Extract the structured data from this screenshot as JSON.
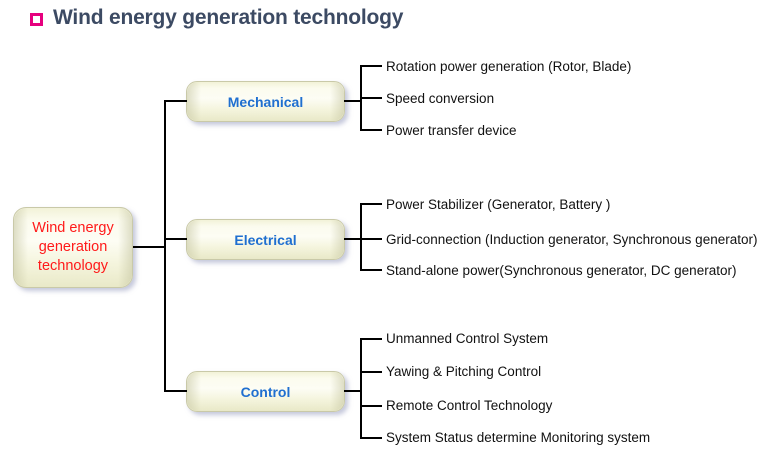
{
  "header": {
    "bullet_icon": "hollow-square-icon",
    "bullet_color": "#e6007e",
    "title": "Wind energy generation technology",
    "title_color": "#3c4a63"
  },
  "diagram": {
    "type": "tree-diagram",
    "root": {
      "label": "Wind energy generation technology",
      "label_lines": [
        "Wind energy",
        "generation",
        "technology"
      ],
      "text_color": "#ff1a1a",
      "fill_color": "#f7f7e2"
    },
    "branch_text_color": "#1f6fd0",
    "leaf_text_color": "#111111",
    "line_color": "#000000",
    "branches": [
      {
        "label": "Mechanical",
        "leaves": [
          "Rotation power generation (Rotor, Blade)",
          "Speed conversion",
          "Power transfer device"
        ]
      },
      {
        "label": "Electrical",
        "leaves": [
          "Power Stabilizer (Generator, Battery )",
          "Grid-connection (Induction generator, Synchronous generator)",
          "Stand-alone power(Synchronous generator, DC generator)"
        ]
      },
      {
        "label": "Control",
        "leaves": [
          "Unmanned Control System",
          "Yawing & Pitching Control",
          "Remote Control Technology",
          "System Status determine Monitoring system"
        ]
      }
    ]
  }
}
